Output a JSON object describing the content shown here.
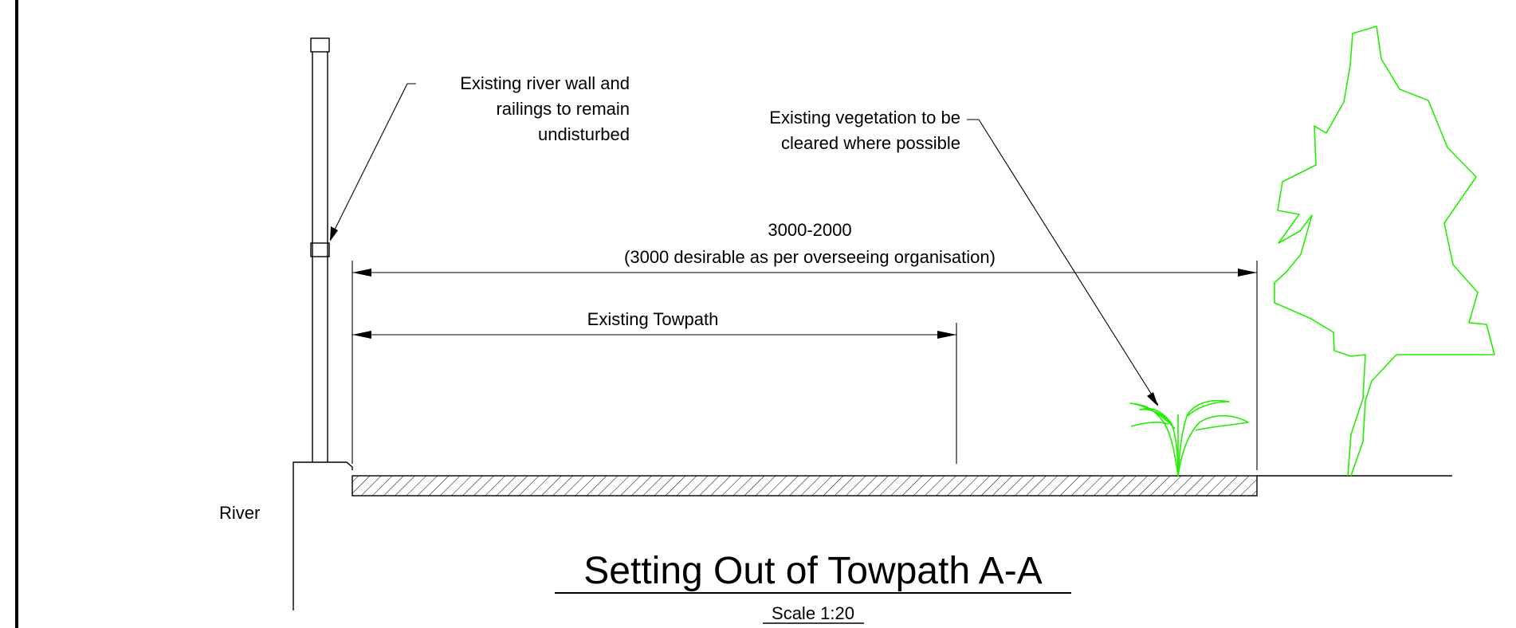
{
  "drawing": {
    "title": "Setting Out of Towpath A-A",
    "scale": "Scale 1:20",
    "river_label": "River",
    "annotations": {
      "wall": [
        "Existing river wall and",
        "railings to remain",
        "undisturbed"
      ],
      "vegetation": [
        "Existing vegetation to be",
        "cleared where possible"
      ]
    },
    "dimensions": {
      "new_width": [
        "3000-2000",
        "(3000 desirable as per overseeing organisation)"
      ],
      "existing": "Existing Towpath"
    },
    "colors": {
      "vegetation": "#22ee00",
      "linework": "#000000"
    },
    "icons": [
      "railing-post",
      "shrub",
      "tree",
      "dimension-arrow",
      "leader-arrow",
      "hatch"
    ]
  }
}
